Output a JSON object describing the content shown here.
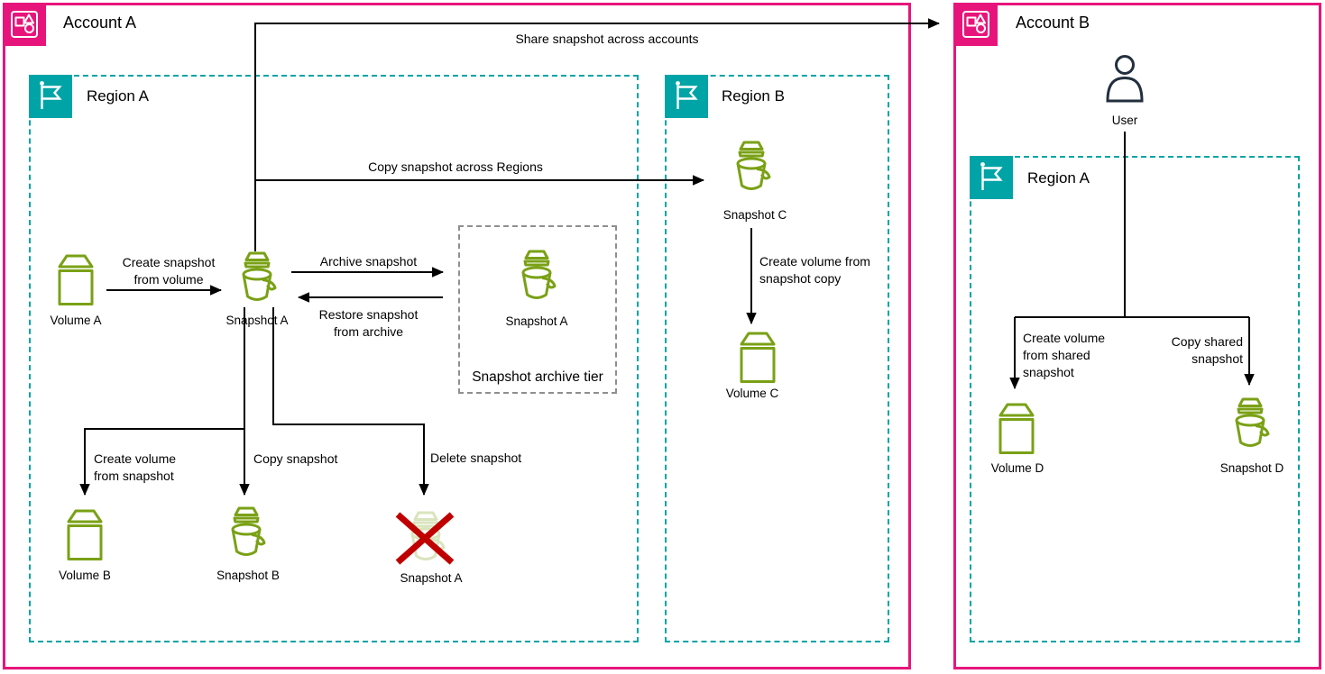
{
  "accounts": {
    "a": {
      "label": "Account A"
    },
    "b": {
      "label": "Account B"
    }
  },
  "regions": {
    "region_a_in_account_a": {
      "label": "Region A"
    },
    "region_b_in_account_a": {
      "label": "Region B"
    },
    "region_a_in_account_b": {
      "label": "Region A"
    }
  },
  "archive_tier": {
    "label": "Snapshot archive tier"
  },
  "nodes": {
    "volume_a": {
      "label": "Volume A",
      "icon": "ebs-volume"
    },
    "snapshot_a": {
      "label": "Snapshot A",
      "icon": "ebs-snapshot"
    },
    "snapshot_a_archived": {
      "label": "Snapshot A",
      "icon": "ebs-snapshot"
    },
    "volume_b": {
      "label": "Volume B",
      "icon": "ebs-volume"
    },
    "snapshot_b": {
      "label": "Snapshot B",
      "icon": "ebs-snapshot"
    },
    "snapshot_a_deleted": {
      "label": "Snapshot A",
      "icon": "ebs-snapshot-deleted"
    },
    "snapshot_c": {
      "label": "Snapshot C",
      "icon": "ebs-snapshot"
    },
    "volume_c": {
      "label": "Volume C",
      "icon": "ebs-volume"
    },
    "user": {
      "label": "User",
      "icon": "user"
    },
    "volume_d": {
      "label": "Volume D",
      "icon": "ebs-volume"
    },
    "snapshot_d": {
      "label": "Snapshot D",
      "icon": "ebs-snapshot"
    }
  },
  "edges": {
    "share_snapshot_across_accounts": [
      "Share snapshot across accounts"
    ],
    "copy_snapshot_across_regions": [
      "Copy snapshot across Regions"
    ],
    "create_snapshot_from_volume": [
      "Create snapshot",
      "from volume"
    ],
    "archive_snapshot": [
      "Archive snapshot"
    ],
    "restore_snapshot_from_archive": [
      "Restore snapshot",
      "from archive"
    ],
    "create_volume_from_snapshot": [
      "Create volume",
      "from snapshot"
    ],
    "copy_snapshot": [
      "Copy snapshot"
    ],
    "delete_snapshot": [
      "Delete snapshot"
    ],
    "create_volume_from_snapshot_copy": [
      "Create volume from",
      "snapshot copy"
    ],
    "create_volume_from_shared_snapshot": [
      "Create volume",
      "from shared",
      "snapshot"
    ],
    "copy_shared_snapshot": [
      "Copy shared",
      "snapshot"
    ]
  },
  "colors": {
    "account_border": "#E7157B",
    "region_border": "#00A4A6",
    "storage_green": "#7AA116",
    "user_dark": "#232F3E",
    "delete_red": "#C00000",
    "archive_border": "#8F8F8F",
    "arrow": "#000000"
  }
}
